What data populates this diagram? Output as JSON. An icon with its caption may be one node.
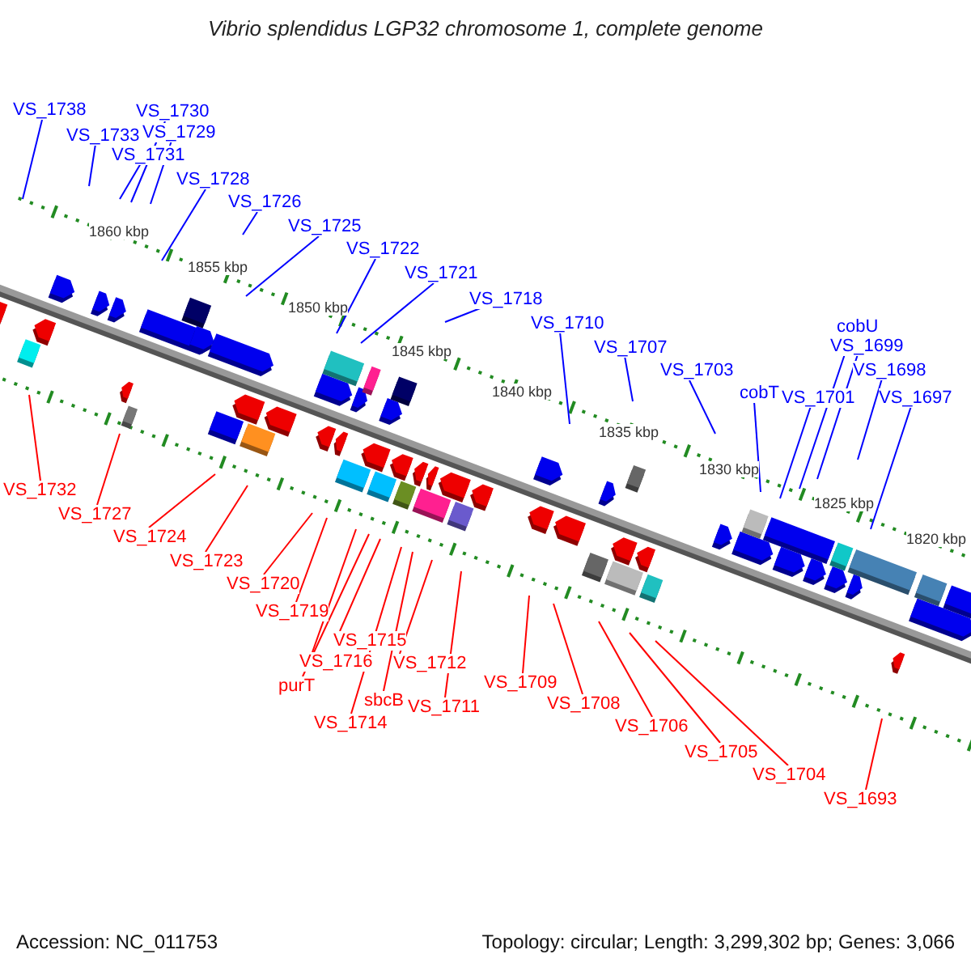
{
  "diagram": {
    "title": "Vibrio splendidus LGP32 chromosome 1, complete genome",
    "nodes": [
      {
        "text": [
          "VS_1738"
        ]
      },
      {
        "text": [
          "VS_1730"
        ]
      },
      {
        "text": [
          "VS_1733"
        ]
      },
      {
        "text": [
          "VS_1729"
        ]
      },
      {
        "text": [
          "VS_1731"
        ]
      },
      {
        "text": [
          "VS_1728"
        ]
      },
      {
        "text": [
          "VS_1726"
        ]
      },
      {
        "text": [
          "VS_1725"
        ]
      },
      {
        "text": [
          "VS_1722"
        ]
      },
      {
        "text": [
          "VS_1721"
        ]
      },
      {
        "text": [
          "VS_1718"
        ]
      },
      {
        "text": [
          "VS_1710"
        ]
      },
      {
        "text": [
          "VS_1707"
        ]
      },
      {
        "text": [
          "VS_1703"
        ]
      },
      {
        "text": [
          "cobT"
        ]
      },
      {
        "text": [
          "VS_1701"
        ]
      },
      {
        "text": [
          "cobU"
        ]
      },
      {
        "text": [
          "VS_1699"
        ]
      },
      {
        "text": [
          "VS_1698"
        ]
      },
      {
        "text": [
          "VS_1697"
        ]
      },
      {
        "text": [
          "VS_1732"
        ]
      },
      {
        "text": [
          "VS_1727"
        ]
      },
      {
        "text": [
          "VS_1724"
        ]
      },
      {
        "text": [
          "VS_1723"
        ]
      },
      {
        "text": [
          "VS_1720"
        ]
      },
      {
        "text": [
          "VS_1719"
        ]
      },
      {
        "text": [
          "VS_1715"
        ]
      },
      {
        "text": [
          "VS_1716"
        ]
      },
      {
        "text": [
          "purT"
        ]
      },
      {
        "text": [
          "VS_1712"
        ]
      },
      {
        "text": [
          "sbcB"
        ]
      },
      {
        "text": [
          "VS_1711"
        ]
      },
      {
        "text": [
          "VS_1714"
        ]
      },
      {
        "text": [
          "VS_1709"
        ]
      },
      {
        "text": [
          "VS_1708"
        ]
      },
      {
        "text": [
          "VS_1706"
        ]
      },
      {
        "text": [
          "VS_1705"
        ]
      },
      {
        "text": [
          "VS_1704"
        ]
      },
      {
        "text": [
          "VS_1693"
        ]
      }
    ],
    "edges": [
      {
        "from": 0,
        "to": null,
        "arrow": "none",
        "color": "#0000ff"
      },
      {
        "from": 1,
        "to": null,
        "arrow": "none",
        "color": "#0000ff"
      },
      {
        "from": 2,
        "to": null,
        "arrow": "none",
        "color": "#0000ff"
      },
      {
        "from": 3,
        "to": null,
        "arrow": "none",
        "color": "#0000ff"
      },
      {
        "from": 4,
        "to": null,
        "arrow": "none",
        "color": "#0000ff"
      },
      {
        "from": 5,
        "to": null,
        "arrow": "none",
        "color": "#0000ff"
      },
      {
        "from": 6,
        "to": null,
        "arrow": "none",
        "color": "#0000ff"
      },
      {
        "from": 7,
        "to": null,
        "arrow": "none",
        "color": "#0000ff"
      },
      {
        "from": 8,
        "to": null,
        "arrow": "none",
        "color": "#0000ff"
      },
      {
        "from": 9,
        "to": null,
        "arrow": "none",
        "color": "#0000ff"
      },
      {
        "from": 10,
        "to": null,
        "arrow": "none",
        "color": "#0000ff"
      },
      {
        "from": 11,
        "to": null,
        "arrow": "none",
        "color": "#0000ff"
      },
      {
        "from": 12,
        "to": null,
        "arrow": "none",
        "color": "#0000ff"
      },
      {
        "from": 13,
        "to": null,
        "arrow": "none",
        "color": "#0000ff"
      },
      {
        "from": 14,
        "to": null,
        "arrow": "none",
        "color": "#0000ff"
      },
      {
        "from": 15,
        "to": null,
        "arrow": "none",
        "color": "#0000ff"
      },
      {
        "from": 16,
        "to": null,
        "arrow": "none",
        "color": "#0000ff"
      },
      {
        "from": 17,
        "to": null,
        "arrow": "none",
        "color": "#0000ff"
      },
      {
        "from": 18,
        "to": null,
        "arrow": "none",
        "color": "#0000ff"
      },
      {
        "from": 19,
        "to": null,
        "arrow": "none",
        "color": "#0000ff"
      },
      {
        "from": 20,
        "to": null,
        "arrow": "none",
        "color": "#ff0000"
      },
      {
        "from": 21,
        "to": null,
        "arrow": "none",
        "color": "#ff0000"
      },
      {
        "from": 22,
        "to": null,
        "arrow": "none",
        "color": "#ff0000"
      },
      {
        "from": 23,
        "to": null,
        "arrow": "none",
        "color": "#ff0000"
      },
      {
        "from": 24,
        "to": null,
        "arrow": "none",
        "color": "#ff0000"
      },
      {
        "from": 25,
        "to": null,
        "arrow": "none",
        "color": "#ff0000"
      },
      {
        "from": 26,
        "to": null,
        "arrow": "none",
        "color": "#ff0000"
      },
      {
        "from": 27,
        "to": null,
        "arrow": "none",
        "color": "#ff0000"
      },
      {
        "from": 28,
        "to": null,
        "arrow": "none",
        "color": "#ff0000"
      },
      {
        "from": 29,
        "to": null,
        "arrow": "none",
        "color": "#ff0000"
      },
      {
        "from": 30,
        "to": null,
        "arrow": "none",
        "color": "#ff0000"
      },
      {
        "from": 31,
        "to": null,
        "arrow": "none",
        "color": "#ff0000"
      },
      {
        "from": 32,
        "to": null,
        "arrow": "none",
        "color": "#ff0000"
      },
      {
        "from": 33,
        "to": null,
        "arrow": "none",
        "color": "#ff0000"
      },
      {
        "from": 34,
        "to": null,
        "arrow": "none",
        "color": "#ff0000"
      },
      {
        "from": 35,
        "to": null,
        "arrow": "none",
        "color": "#ff0000"
      },
      {
        "from": 36,
        "to": null,
        "arrow": "none",
        "color": "#ff0000"
      },
      {
        "from": 37,
        "to": null,
        "arrow": "none",
        "color": "#ff0000"
      },
      {
        "from": 38,
        "to": null,
        "arrow": "none",
        "color": "#ff0000"
      }
    ],
    "labels": [
      "1860 kbp",
      "1855 kbp",
      "1850 kbp",
      "1845 kbp",
      "1840 kbp",
      "1835 kbp",
      "1830 kbp",
      "1825 kbp",
      "1820 kbp",
      "Accession: NC_011753",
      "Topology: circular; Length: 3,299,302 bp; Genes: 3,066"
    ]
  }
}
